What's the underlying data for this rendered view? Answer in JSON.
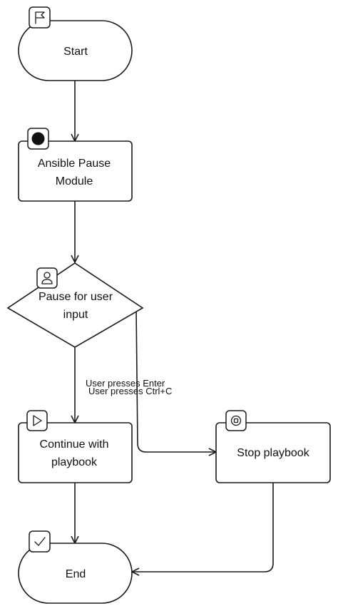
{
  "diagram": {
    "nodes": {
      "start": {
        "label": "Start",
        "icon": "flag-icon"
      },
      "pause_module": {
        "label_line1": "Ansible Pause",
        "label_line2": "Module",
        "icon": "ansible-logo-icon"
      },
      "pause_decision": {
        "label_line1": "Pause for user",
        "label_line2": "input",
        "icon": "user-icon"
      },
      "continue": {
        "label_line1": "Continue with",
        "label_line2": "playbook",
        "icon": "play-icon"
      },
      "stop": {
        "label": "Stop playbook",
        "icon": "stop-icon"
      },
      "end": {
        "label": "End",
        "icon": "check-icon"
      }
    },
    "edges": {
      "enter_label": "User presses Enter",
      "ctrl_c_label": "User presses Ctrl+C"
    }
  }
}
